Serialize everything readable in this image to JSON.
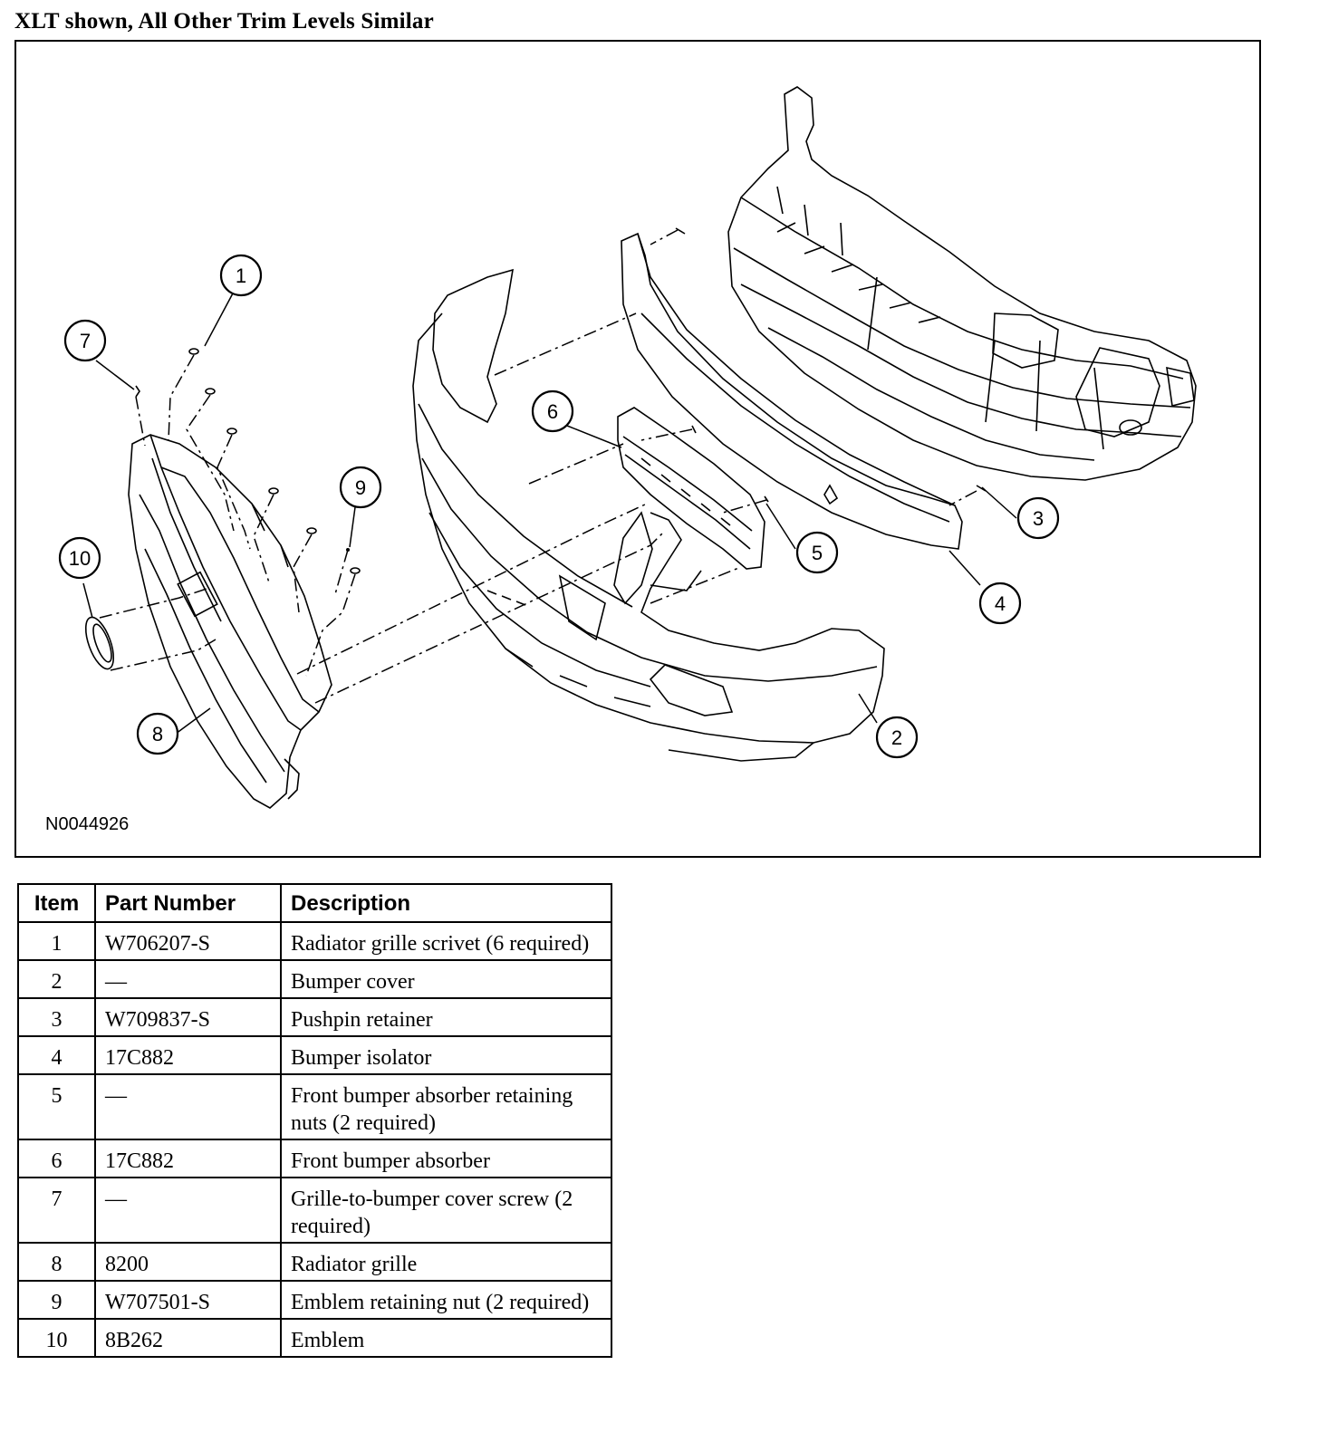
{
  "heading": "XLT shown, All Other Trim Levels Similar",
  "figure": {
    "id": "N0044926",
    "callouts": [
      "1",
      "2",
      "3",
      "4",
      "5",
      "6",
      "7",
      "8",
      "9",
      "10"
    ]
  },
  "table": {
    "headers": {
      "item": "Item",
      "part_number": "Part Number",
      "description": "Description"
    },
    "rows": [
      {
        "item": "1",
        "part_number": "W706207-S",
        "description": "Radiator grille scrivet (6 required)"
      },
      {
        "item": "2",
        "part_number": "—",
        "description": "Bumper cover"
      },
      {
        "item": "3",
        "part_number": "W709837-S",
        "description": "Pushpin retainer"
      },
      {
        "item": "4",
        "part_number": "17C882",
        "description": "Bumper isolator"
      },
      {
        "item": "5",
        "part_number": "—",
        "description": "Front bumper absorber retaining nuts (2 required)"
      },
      {
        "item": "6",
        "part_number": "17C882",
        "description": "Front bumper absorber"
      },
      {
        "item": "7",
        "part_number": "—",
        "description": "Grille-to-bumper cover screw (2 required)"
      },
      {
        "item": "8",
        "part_number": "8200",
        "description": "Radiator grille"
      },
      {
        "item": "9",
        "part_number": "W707501-S",
        "description": "Emblem retaining nut (2 required)"
      },
      {
        "item": "10",
        "part_number": "8B262",
        "description": "Emblem"
      }
    ]
  }
}
